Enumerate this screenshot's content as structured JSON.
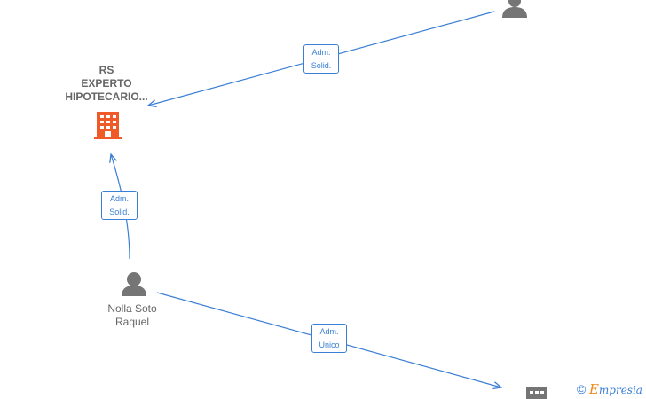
{
  "colors": {
    "edge": "#3b7fd4",
    "company_primary": "#f05a28",
    "company_secondary": "#757575",
    "person": "#757575",
    "label_text": "#666666",
    "watermark_accent": "#f08a1c"
  },
  "nodes": {
    "company_main": {
      "icon": "building-icon",
      "label_lines": [
        "RS",
        "EXPERTO",
        "HIPOTECARIO..."
      ]
    },
    "person_main": {
      "icon": "person-icon",
      "label_lines": [
        "Nolla Soto",
        "Raquel"
      ]
    },
    "person_top": {
      "icon": "person-icon"
    },
    "company_bottom": {
      "icon": "building-icon"
    }
  },
  "edges": [
    {
      "from": "person_top",
      "to": "company_main",
      "label_lines": [
        "Adm.",
        "Solid."
      ]
    },
    {
      "from": "person_main",
      "to": "company_main",
      "label_lines": [
        "Adm.",
        "Solid."
      ]
    },
    {
      "from": "person_main",
      "to": "company_bottom",
      "label_lines": [
        "Adm.",
        "Unico"
      ]
    }
  ],
  "watermark": {
    "symbol": "©",
    "brand_initial": "E",
    "brand_rest": "mpresia"
  }
}
